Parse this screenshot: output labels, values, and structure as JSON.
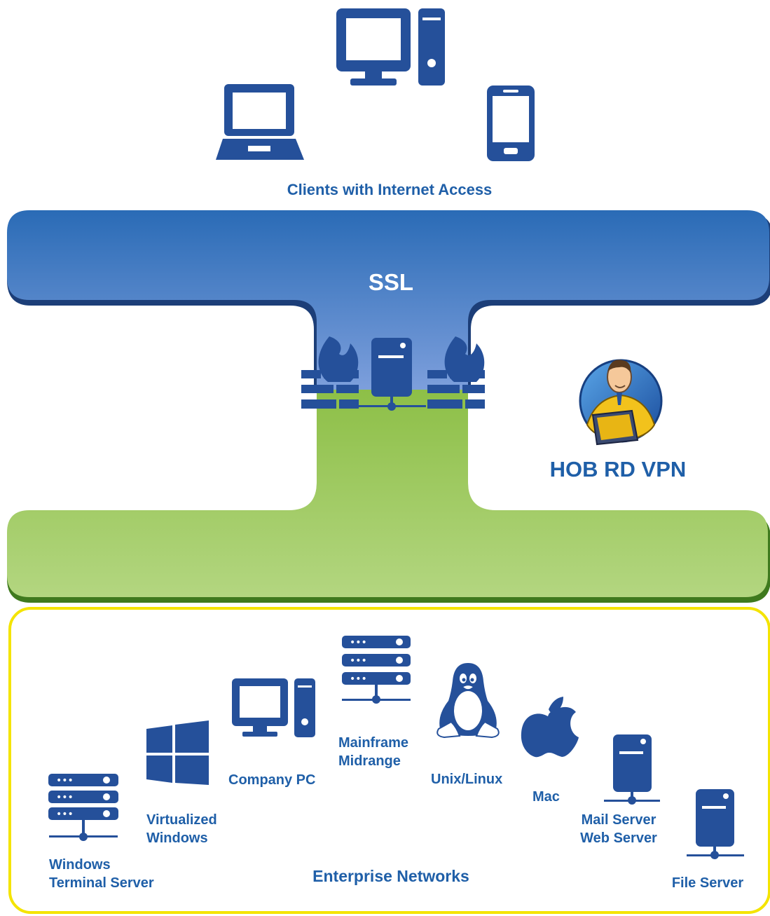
{
  "clients": {
    "label": "Clients with Internet Access",
    "devices": [
      {
        "icon": "desktop-pc-icon"
      },
      {
        "icon": "laptop-icon"
      },
      {
        "icon": "smartphone-icon"
      }
    ]
  },
  "ssl_band": {
    "label": "SSL"
  },
  "gateway": {
    "icons": [
      "firewall-icon",
      "gateway-server-icon",
      "firewall-icon"
    ]
  },
  "product": {
    "label": "HOB RD VPN",
    "logo": "hob-mascot-logo"
  },
  "enterprise": {
    "label": "Enterprise Networks",
    "nodes": {
      "windows_terminal_server": {
        "line1": "Windows",
        "line2": "Terminal Server",
        "icon": "rack-server-icon"
      },
      "virtualized_windows": {
        "line1": "Virtualized",
        "line2": "Windows",
        "icon": "windows-logo-icon"
      },
      "company_pc": {
        "line1": "Company PC",
        "icon": "desktop-pc-icon"
      },
      "mainframe_midrange": {
        "line1": "Mainframe",
        "line2": "Midrange",
        "icon": "rack-server-icon"
      },
      "unix_linux": {
        "line1": "Unix/Linux",
        "icon": "linux-penguin-icon"
      },
      "mac": {
        "line1": "Mac",
        "icon": "apple-logo-icon"
      },
      "mail_web_server": {
        "line1": "Mail Server",
        "line2": "Web Server",
        "icon": "tower-server-icon"
      },
      "file_server": {
        "line1": "File Server",
        "icon": "tower-server-icon"
      }
    }
  },
  "colors": {
    "icon_blue": "#25509a",
    "label_blue": "#1f5fa8",
    "ssl_blue_top": "#2f6fb8",
    "ssl_blue_bottom": "#6a92d2",
    "green_top": "#8fc04a",
    "green_bottom": "#b0d47e",
    "border_yellow": "#f4e400"
  }
}
